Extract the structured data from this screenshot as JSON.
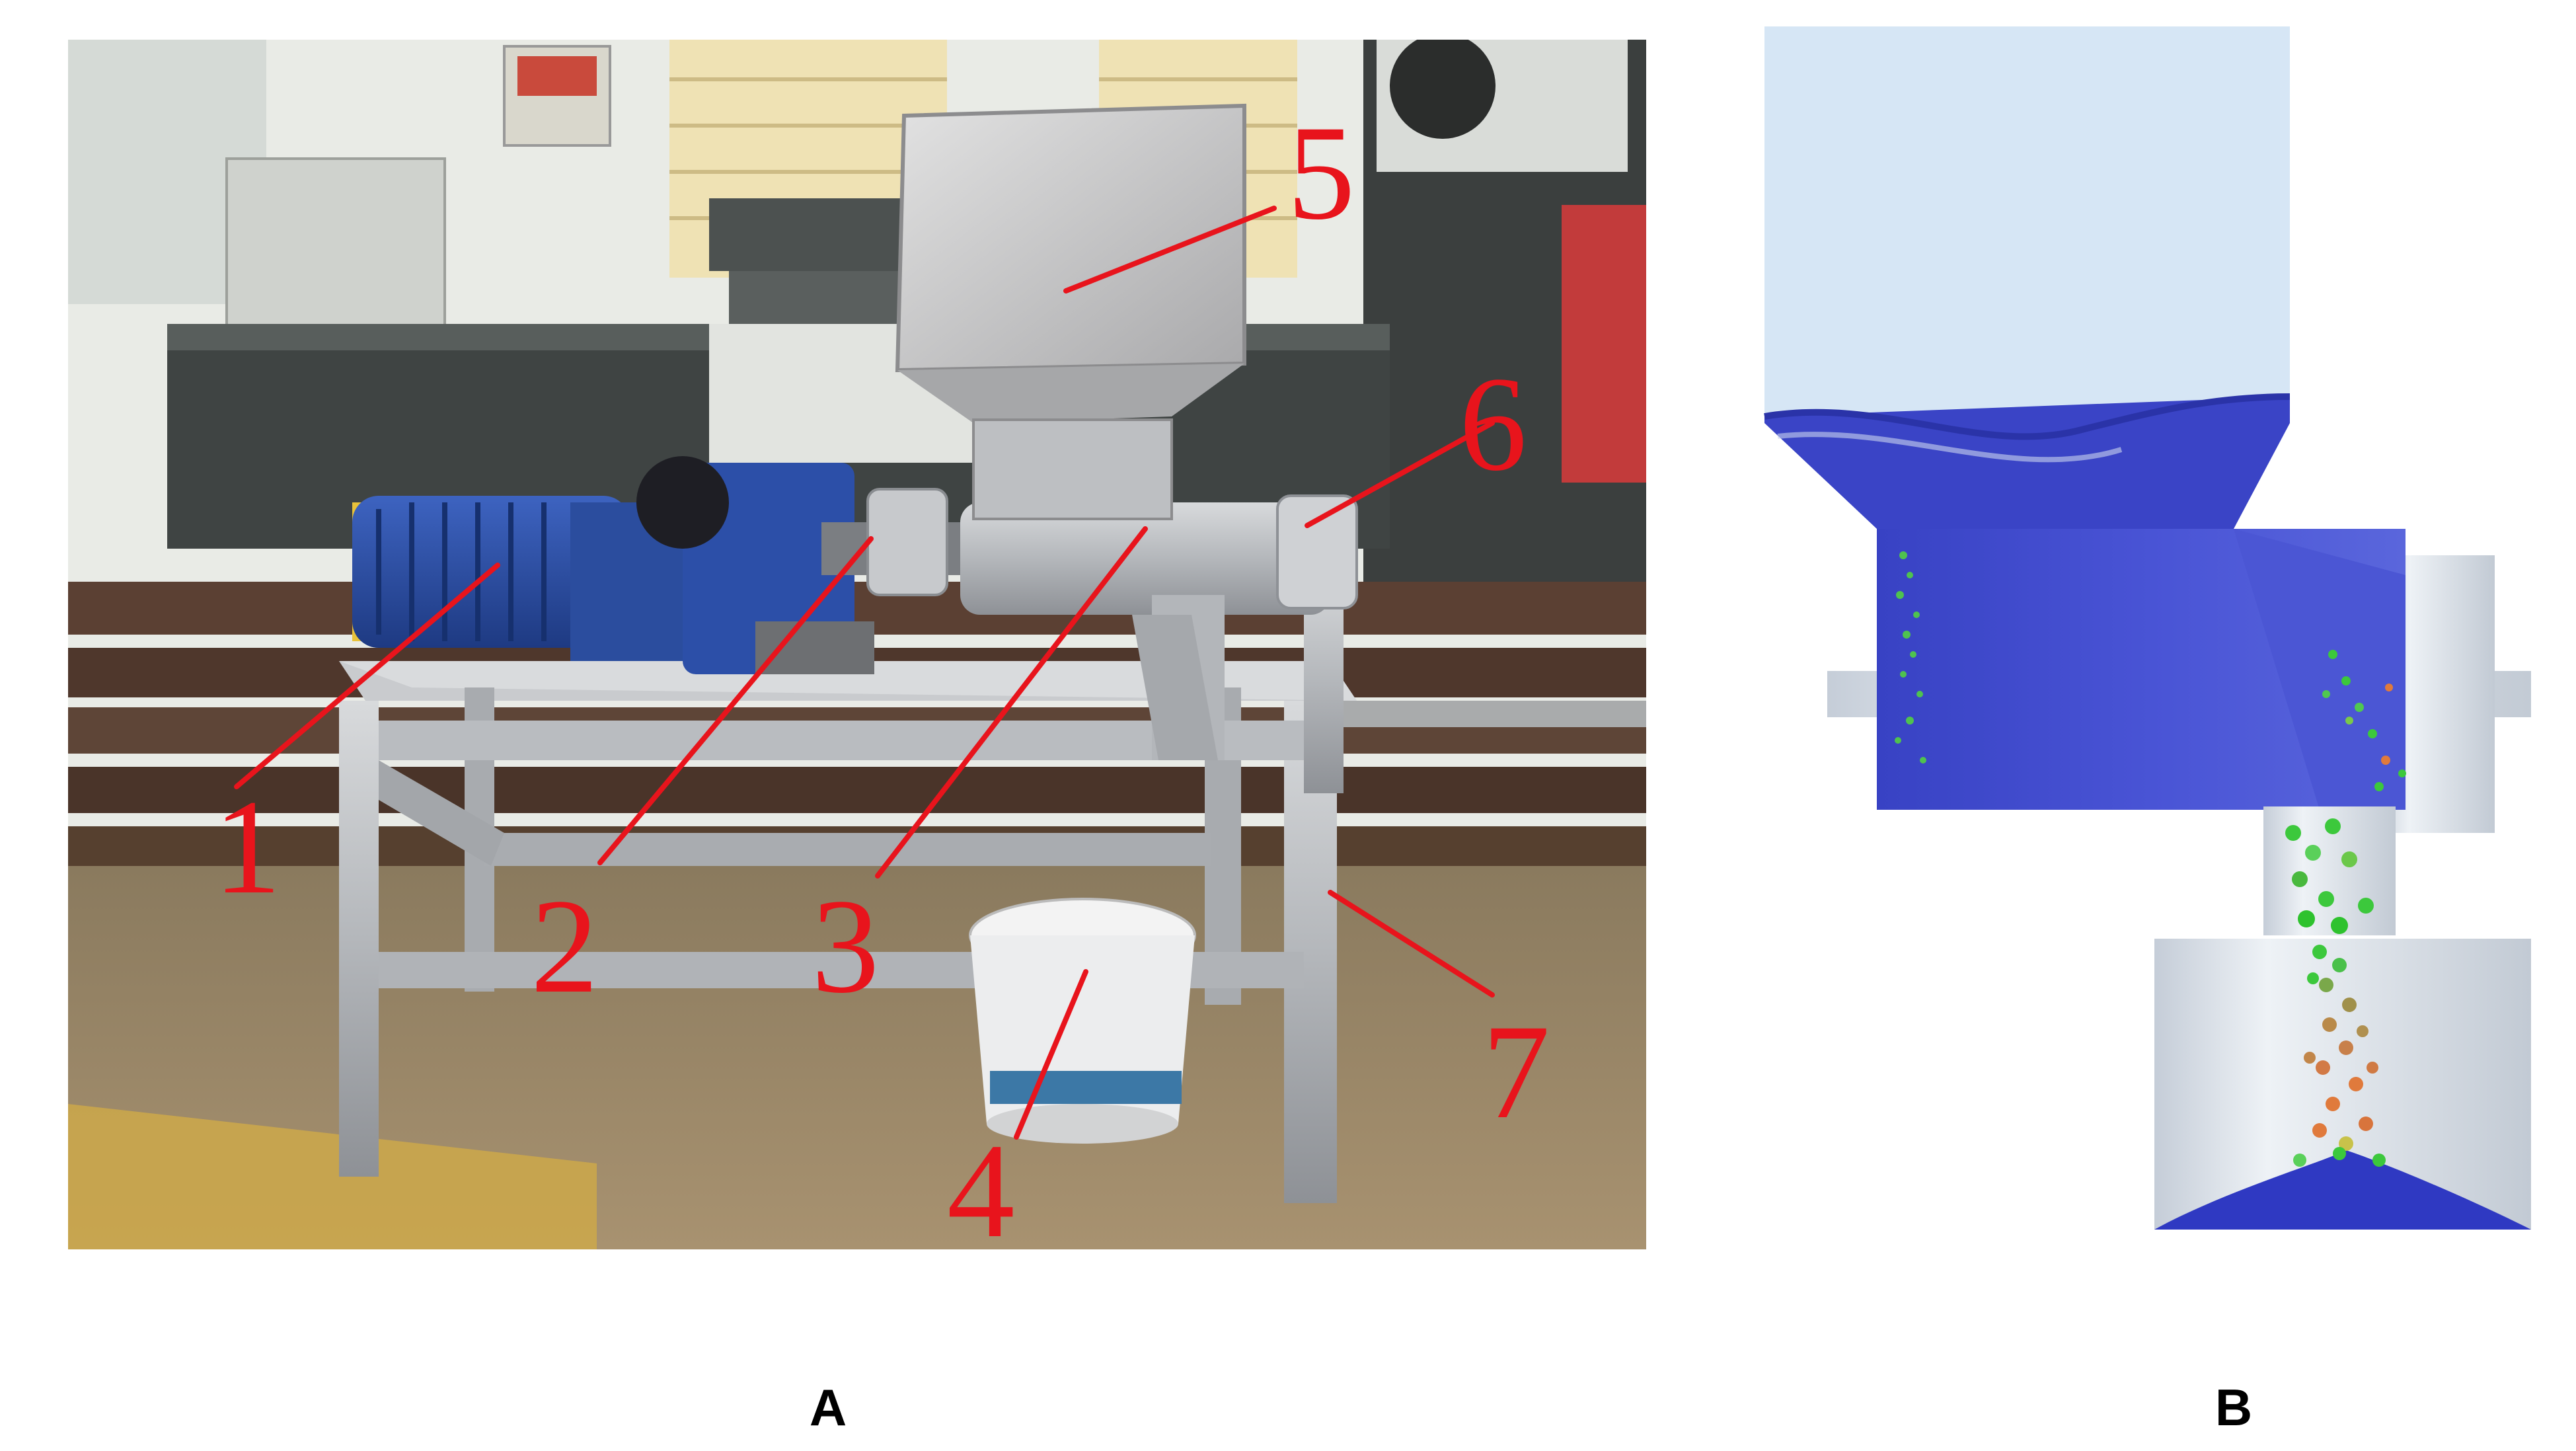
{
  "panels": [
    {
      "id": "A",
      "label": "A",
      "callouts": [
        {
          "number": "1"
        },
        {
          "number": "2"
        },
        {
          "number": "3"
        },
        {
          "number": "4"
        },
        {
          "number": "5"
        },
        {
          "number": "6"
        },
        {
          "number": "7"
        }
      ]
    },
    {
      "id": "B",
      "label": "B"
    }
  ],
  "colors": {
    "callout_red": "#e8141c",
    "particle_blue": "#3640c8",
    "particle_green": "#3cc83c",
    "particle_orange": "#e07a3c",
    "steel": "#b9bcc0",
    "motor_blue": "#2c4fa8",
    "hopper_sim": "#d6e6f5"
  }
}
